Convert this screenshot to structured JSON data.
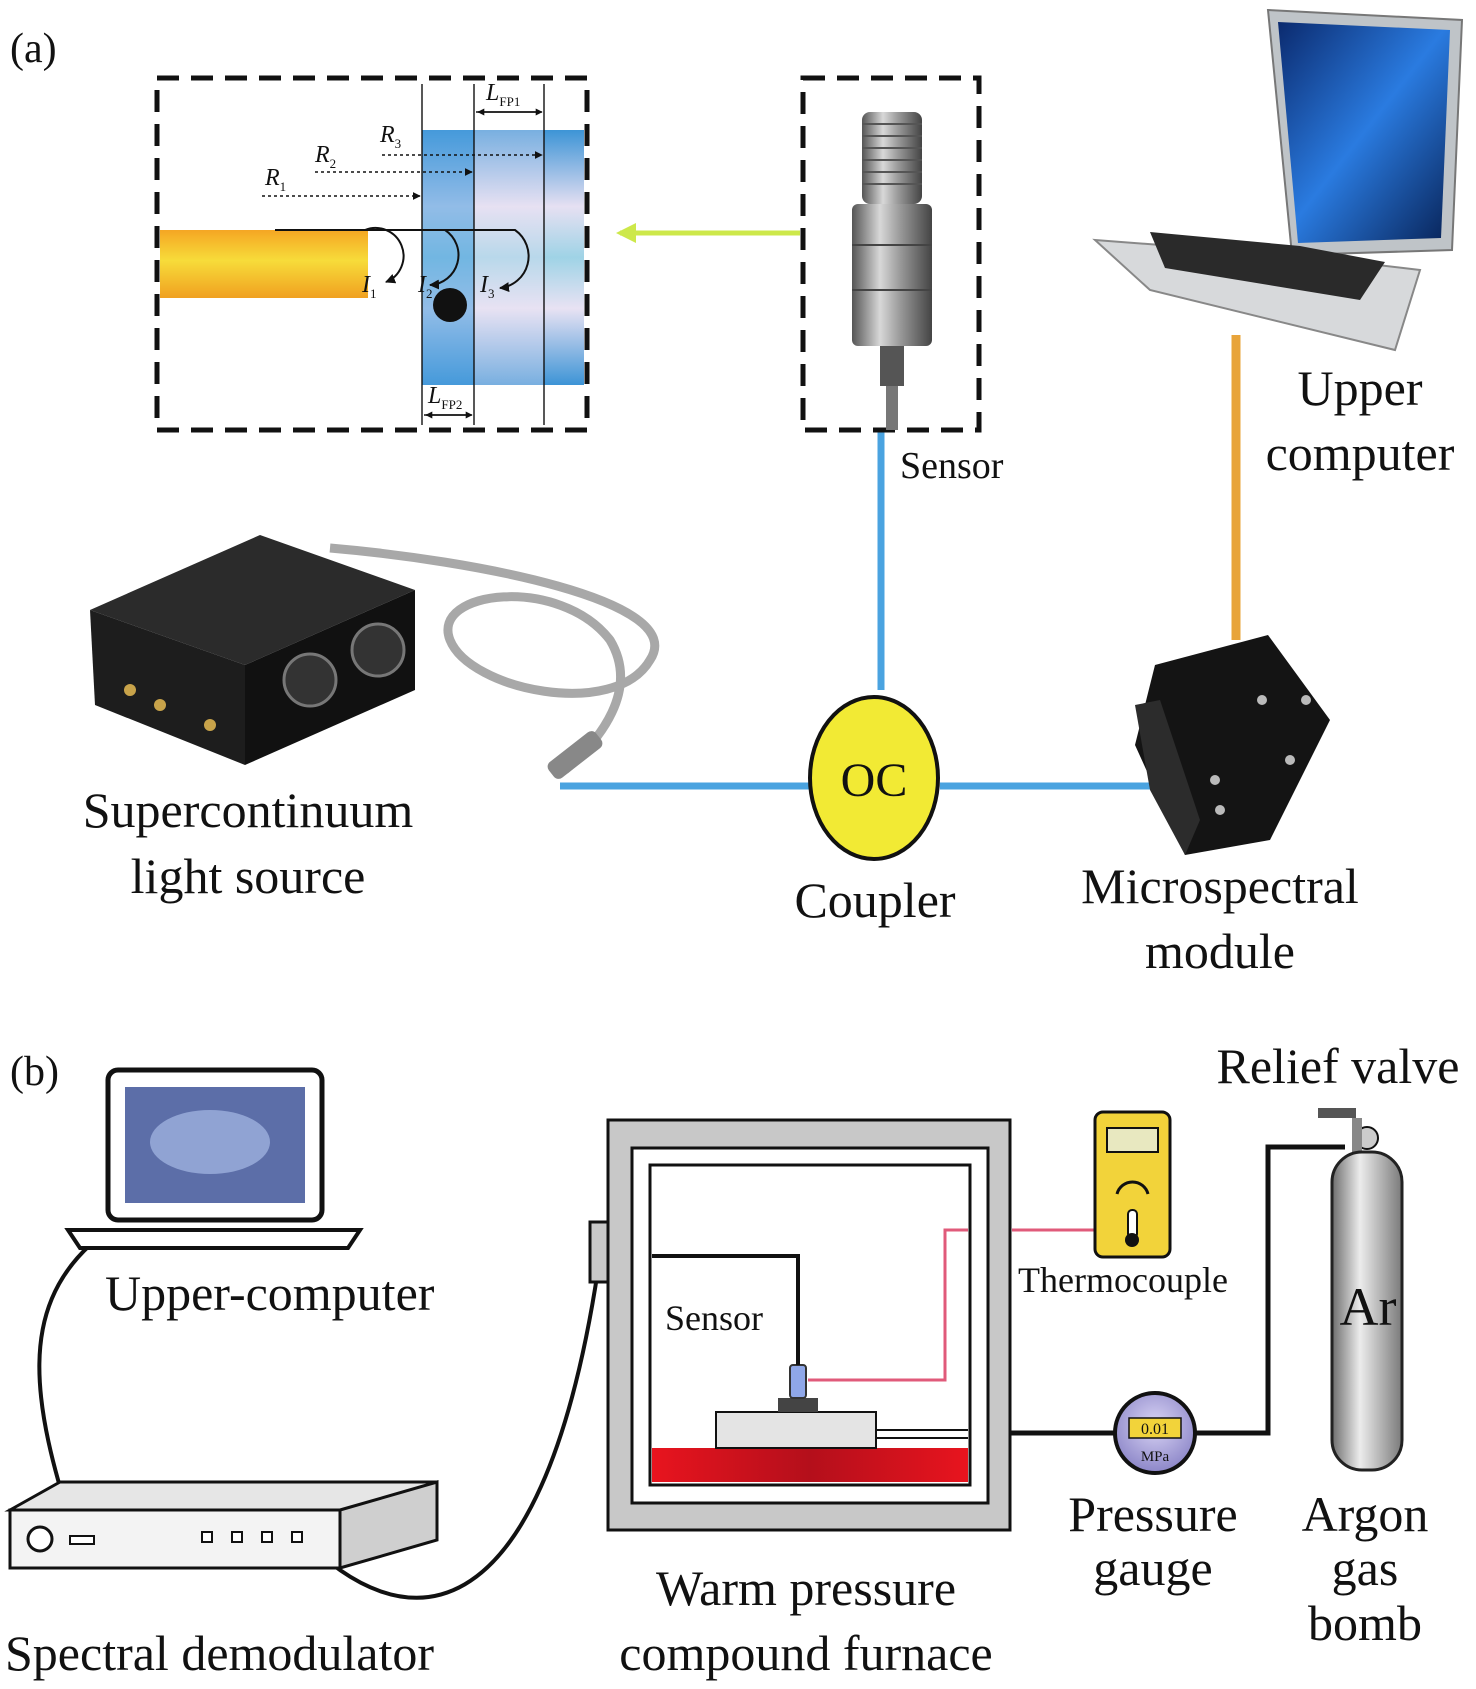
{
  "panels": {
    "a": "(a)",
    "b": "(b)"
  },
  "part_a": {
    "sensor_label": "Sensor",
    "upper_computer": [
      "Upper",
      "computer"
    ],
    "supercontinuum": [
      "Supercontinuum",
      "light source"
    ],
    "coupler_symbol": "OC",
    "coupler_label": "Coupler",
    "microspectral": [
      "Microspectral",
      "module"
    ],
    "inset": {
      "R1": "R",
      "R1_sub": "1",
      "R2": "R",
      "R2_sub": "2",
      "R3": "R",
      "R3_sub": "3",
      "I1": "I",
      "I1_sub": "1",
      "I2": "I",
      "I2_sub": "2",
      "I3": "I",
      "I3_sub": "3",
      "LFP1": "L",
      "LFP1_sub": "FP1",
      "LFP2": "L",
      "LFP2_sub": "FP2"
    },
    "colors": {
      "fiber": "#4aa3e0",
      "usb": "#e8a43a",
      "light_arrow": "#cde84a",
      "coupler_fill": "#f2ea34"
    }
  },
  "part_b": {
    "upper_computer": "Upper-computer",
    "spectral_demodulator": "Spectral demodulator",
    "sensor_label": "Sensor",
    "furnace": [
      "Warm pressure",
      "compound furnace"
    ],
    "thermocouple": "Thermocouple",
    "relief_valve": "Relief valve",
    "pressure_gauge": [
      "Pressure",
      "gauge"
    ],
    "gauge_reading": "0.01",
    "gauge_unit": "MPa",
    "argon": [
      "Argon",
      "gas",
      "bomb"
    ],
    "bottle_label": "Ar",
    "colors": {
      "heater": "#e8141e",
      "thermo_wire": "#e05a7a",
      "meter_body": "#f2d33a"
    }
  }
}
